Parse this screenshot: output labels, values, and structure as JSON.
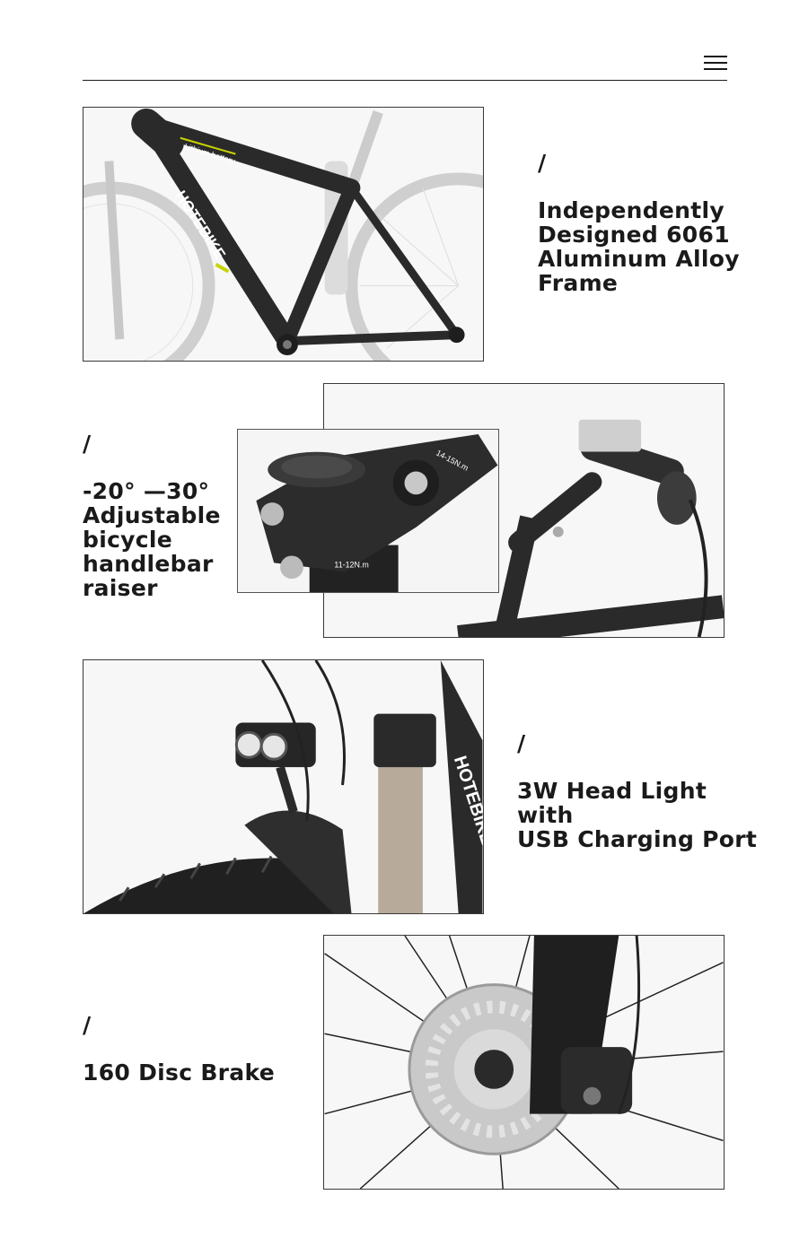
{
  "header": {
    "menu_icon": "hamburger-menu-icon"
  },
  "features": [
    {
      "slash": "/",
      "lines": [
        "Independently",
        "Designed 6061",
        "Aluminum Alloy",
        "Frame"
      ],
      "photo_text": [
        "HOTEBIKE",
        "Lithium battery"
      ]
    },
    {
      "slash": "/",
      "lines": [
        "-20° —30°",
        "Adjustable",
        "bicycle",
        "handlebar",
        "raiser"
      ],
      "photo_text": [
        "14-15N.m",
        "11-12N.m"
      ]
    },
    {
      "slash": "/",
      "lines": [
        "3W Head Light",
        "with",
        "USB Charging Port"
      ],
      "photo_text": [
        "HOTEBIKE"
      ]
    },
    {
      "slash": "/",
      "lines": [
        "160 Disc Brake"
      ],
      "photo_text": []
    }
  ],
  "colors": {
    "text": "#1a1a1a",
    "frame": "#2a2a2a",
    "accent": "#c8d400"
  }
}
